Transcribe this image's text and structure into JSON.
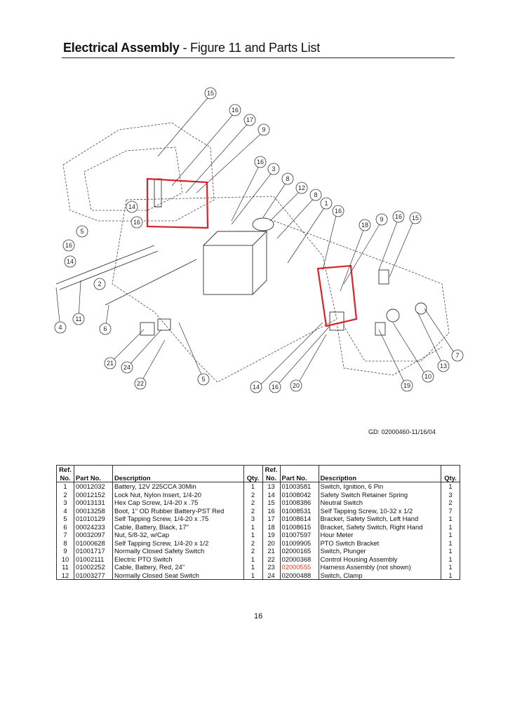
{
  "header": {
    "title_bold": "Electrical Assembly",
    "title_rest": " - Figure 11 and Parts List"
  },
  "figure": {
    "callouts": [
      "15",
      "16",
      "17",
      "9",
      "16",
      "3",
      "8",
      "12",
      "8",
      "1",
      "16",
      "14",
      "16",
      "5",
      "16",
      "14",
      "2",
      "4",
      "11",
      "6",
      "21",
      "24",
      "22",
      "5",
      "18",
      "9",
      "16",
      "15",
      "7",
      "13",
      "10",
      "19",
      "14",
      "16",
      "20"
    ],
    "drawing_number": "GD: 02000460-11/16/04"
  },
  "table": {
    "headers": {
      "ref_top": "Ref.",
      "ref_bottom": "No.",
      "part_no": "Part No.",
      "description": "Description",
      "qty": "Qty."
    },
    "rows": [
      {
        "left": {
          "ref": "1",
          "part": "00012032",
          "desc": "Battery, 12V 225CCA 30Min",
          "qty": "1"
        },
        "right": {
          "ref": "13",
          "part": "01003581",
          "desc": "Switch, Ignition, 6 Pin",
          "qty": "1"
        }
      },
      {
        "left": {
          "ref": "2",
          "part": "00012152",
          "desc": "Lock Nut, Nylon Insert, 1/4-20",
          "qty": "2"
        },
        "right": {
          "ref": "14",
          "part": "01008042",
          "desc": "Safety Switch Retainer Spring",
          "qty": "3"
        }
      },
      {
        "left": {
          "ref": "3",
          "part": "00013131",
          "desc": "Hex Cap Screw, 1/4-20 x .75",
          "qty": "2"
        },
        "right": {
          "ref": "15",
          "part": "01008386",
          "desc": "Neutral Switch",
          "qty": "2"
        }
      },
      {
        "left": {
          "ref": "4",
          "part": "00013258",
          "desc": "Boot, 1\" OD Rubber Battery-PST Red",
          "qty": "2"
        },
        "right": {
          "ref": "16",
          "part": "01008531",
          "desc": "Self Tapping Screw, 10-32 x 1/2",
          "qty": "7"
        }
      },
      {
        "left": {
          "ref": "5",
          "part": "01010129",
          "desc": "Self Tapping Screw, 1/4-20 x .75",
          "qty": "3"
        },
        "right": {
          "ref": "17",
          "part": "01008614",
          "desc": "Bracket, Safety Switch, Left Hand",
          "qty": "1"
        }
      },
      {
        "left": {
          "ref": "6",
          "part": "00024233",
          "desc": "Cable, Battery, Black, 17\"",
          "qty": "1"
        },
        "right": {
          "ref": "18",
          "part": "01008615",
          "desc": "Bracket, Safety Switch, Right Hand",
          "qty": "1"
        }
      },
      {
        "left": {
          "ref": "7",
          "part": "00032097",
          "desc": "Nut, 5/8-32, w/Cap",
          "qty": "1"
        },
        "right": {
          "ref": "19",
          "part": "01007597",
          "desc": "Hour Meter",
          "qty": "1"
        }
      },
      {
        "left": {
          "ref": "8",
          "part": "01000628",
          "desc": "Self Tapping Screw, 1/4-20 x 1/2",
          "qty": "2"
        },
        "right": {
          "ref": "20",
          "part": "01009905",
          "desc": "PTO Switch Bracket",
          "qty": "1"
        }
      },
      {
        "left": {
          "ref": "9",
          "part": "01001717",
          "desc": "Normally Closed Safety Switch",
          "qty": "2"
        },
        "right": {
          "ref": "21",
          "part": "02000165",
          "desc": "Switch, Plunger",
          "qty": "1"
        }
      },
      {
        "left": {
          "ref": "10",
          "part": "01002111",
          "desc": "Electric PTO Switch",
          "qty": "1"
        },
        "right": {
          "ref": "22",
          "part": "02000368",
          "desc": "Control Housing Assembly",
          "qty": "1"
        }
      },
      {
        "left": {
          "ref": "11",
          "part": "01002252",
          "desc": "Cable, Battery, Red, 24\"",
          "qty": "1"
        },
        "right": {
          "ref": "23",
          "part": "02000555",
          "desc": "Harness Assembly (not shown)",
          "qty": "1"
        }
      },
      {
        "left": {
          "ref": "12",
          "part": "01003277",
          "desc": "Normally Closed Seat Switch",
          "qty": "1"
        },
        "right": {
          "ref": "24",
          "part": "02000488",
          "desc": "Switch, Clamp",
          "qty": "1"
        }
      }
    ],
    "highlight_color": "#e0392b",
    "highlight_part": "02000555"
  },
  "footer": {
    "page_number": "16"
  },
  "colors": {
    "markup_red": "#d8232a",
    "line": "#333333"
  }
}
